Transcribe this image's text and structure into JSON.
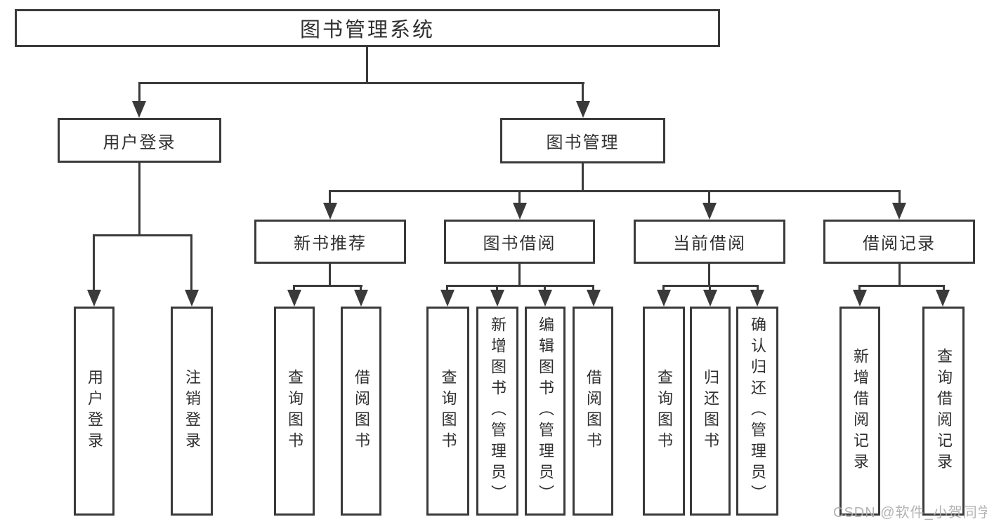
{
  "diagram_type": "hierarchy-tree",
  "colors": {
    "background": "#ffffff",
    "line": "#3a3a3a",
    "text": "#2f2f2f",
    "watermark": "#adadad"
  },
  "watermark": {
    "text": "CSDN @软件_小贺同学"
  },
  "tree": {
    "label": "图书管理系统",
    "children": [
      {
        "label": "用户登录",
        "children": [
          {
            "label": "用户登录"
          },
          {
            "label": "注销登录"
          }
        ]
      },
      {
        "label": "图书管理",
        "children": [
          {
            "label": "新书推荐",
            "children": [
              {
                "label": "查询图书"
              },
              {
                "label": "借阅图书"
              }
            ]
          },
          {
            "label": "图书借阅",
            "children": [
              {
                "label": "查询图书"
              },
              {
                "label": "新增图书（管理员）"
              },
              {
                "label": "编辑图书（管理员）"
              },
              {
                "label": "借阅图书"
              }
            ]
          },
          {
            "label": "当前借阅",
            "children": [
              {
                "label": "查询图书"
              },
              {
                "label": "归还图书"
              },
              {
                "label": "确认归还（管理员）"
              }
            ]
          },
          {
            "label": "借阅记录",
            "children": [
              {
                "label": "新增借阅记录"
              },
              {
                "label": "查询借阅记录"
              }
            ]
          }
        ]
      }
    ]
  }
}
